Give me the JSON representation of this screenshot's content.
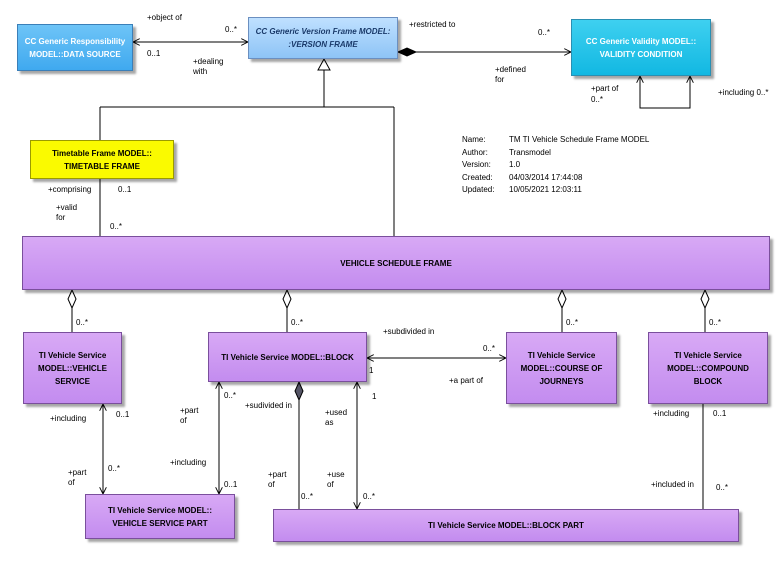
{
  "elements": {
    "data_source": "CC Generic Responsibility\nMODEL::DATA SOURCE",
    "version_frame": "CC Generic Version Frame MODEL:\n:VERSION FRAME",
    "validity_condition": "CC Generic Validity MODEL::\nVALIDITY CONDITION",
    "timetable_frame": "Timetable Frame MODEL::\nTIMETABLE FRAME",
    "vehicle_schedule_frame": "VEHICLE SCHEDULE FRAME",
    "vehicle_service": "TI Vehicle Service\nMODEL::VEHICLE\nSERVICE",
    "block": "TI Vehicle Service MODEL::BLOCK",
    "course_of_journeys": "TI Vehicle Service\nMODEL::COURSE OF\nJOURNEYS",
    "compound_block": "TI Vehicle Service\nMODEL::COMPOUND\nBLOCK",
    "vehicle_service_part": "TI Vehicle Service MODEL::\nVEHICLE SERVICE PART",
    "block_part": "TI Vehicle Service MODEL::BLOCK PART"
  },
  "labels": {
    "object_of": "+object of",
    "mult_0n_a": "0..*",
    "mult_01_a": "0..1",
    "dealing_with": "+dealing\nwith",
    "restricted_to": "+restricted to",
    "mult_0n_b": "0..*",
    "defined_for": "+defined\nfor",
    "part_of_a": "+part of",
    "mult_0n_c": "0..*",
    "including_a": "+including 0..*",
    "comprising": "+comprising",
    "mult_01_b": "0..1",
    "valid_for": "+valid\nfor",
    "mult_0n_d": "0..*",
    "mult_0n_e": "0..*",
    "mult_0n_f": "0..*",
    "mult_0n_g": "0..*",
    "mult_0n_h": "0..*",
    "subdivided_in_a": "+subdivided in",
    "mult_0n_i": "0..*",
    "mult_1_a": "1",
    "a_part_of": "+a part of",
    "including_b": "+including",
    "mult_01_c": "0..1",
    "part_of_b": "+part\nof",
    "mult_0n_j": "0..*",
    "part_of_c": "+part\nof",
    "mult_0n_k": "0..*",
    "including_c": "+including",
    "mult_01_d": "0..1",
    "sudivided_in": "+sudivided in",
    "used_as": "+used\nas",
    "mult_1_b": "1",
    "part_of_d": "+part\nof",
    "mult_0n_l": "0..*",
    "use_of": "+use\nof",
    "mult_0n_m": "0..*",
    "including_d": "+including",
    "mult_01_e": "0..1",
    "included_in": "+included in",
    "mult_0n_n": "0..*"
  },
  "metadata": {
    "name_key": "Name:",
    "name_val": "TM TI Vehicle Schedule Frame MODEL",
    "author_key": "Author:",
    "author_val": "Transmodel",
    "version_key": "Version:",
    "version_val": "1.0",
    "created_key": "Created:",
    "created_val": "04/03/2014 17:44:08",
    "updated_key": "Updated:",
    "updated_val": "10/05/2021 12:03:11"
  }
}
